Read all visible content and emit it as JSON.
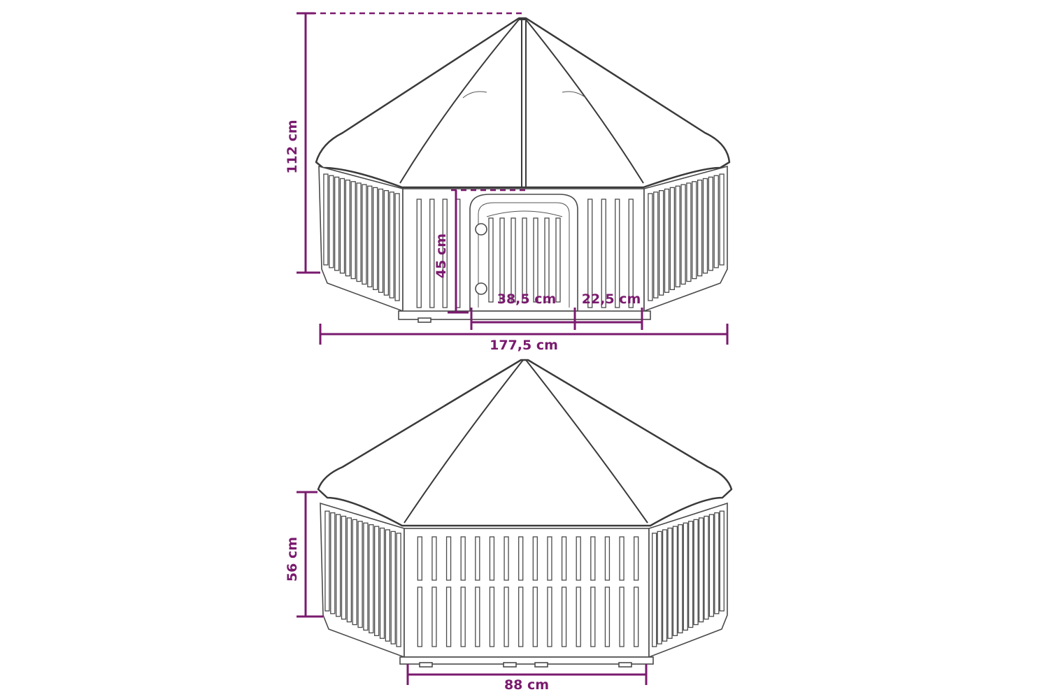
{
  "front_view": {
    "total_height_label": "112 cm",
    "door_height_label": "45 cm",
    "door_width_label": "38,5 cm",
    "side_section_label": "22,5 cm",
    "total_width_label": "177,5 cm"
  },
  "side_view": {
    "wall_height_label": "56 cm",
    "panel_width_label": "88 cm"
  },
  "colors": {
    "dimension": "#7a1a6e",
    "outline": "#3a3a3a"
  }
}
